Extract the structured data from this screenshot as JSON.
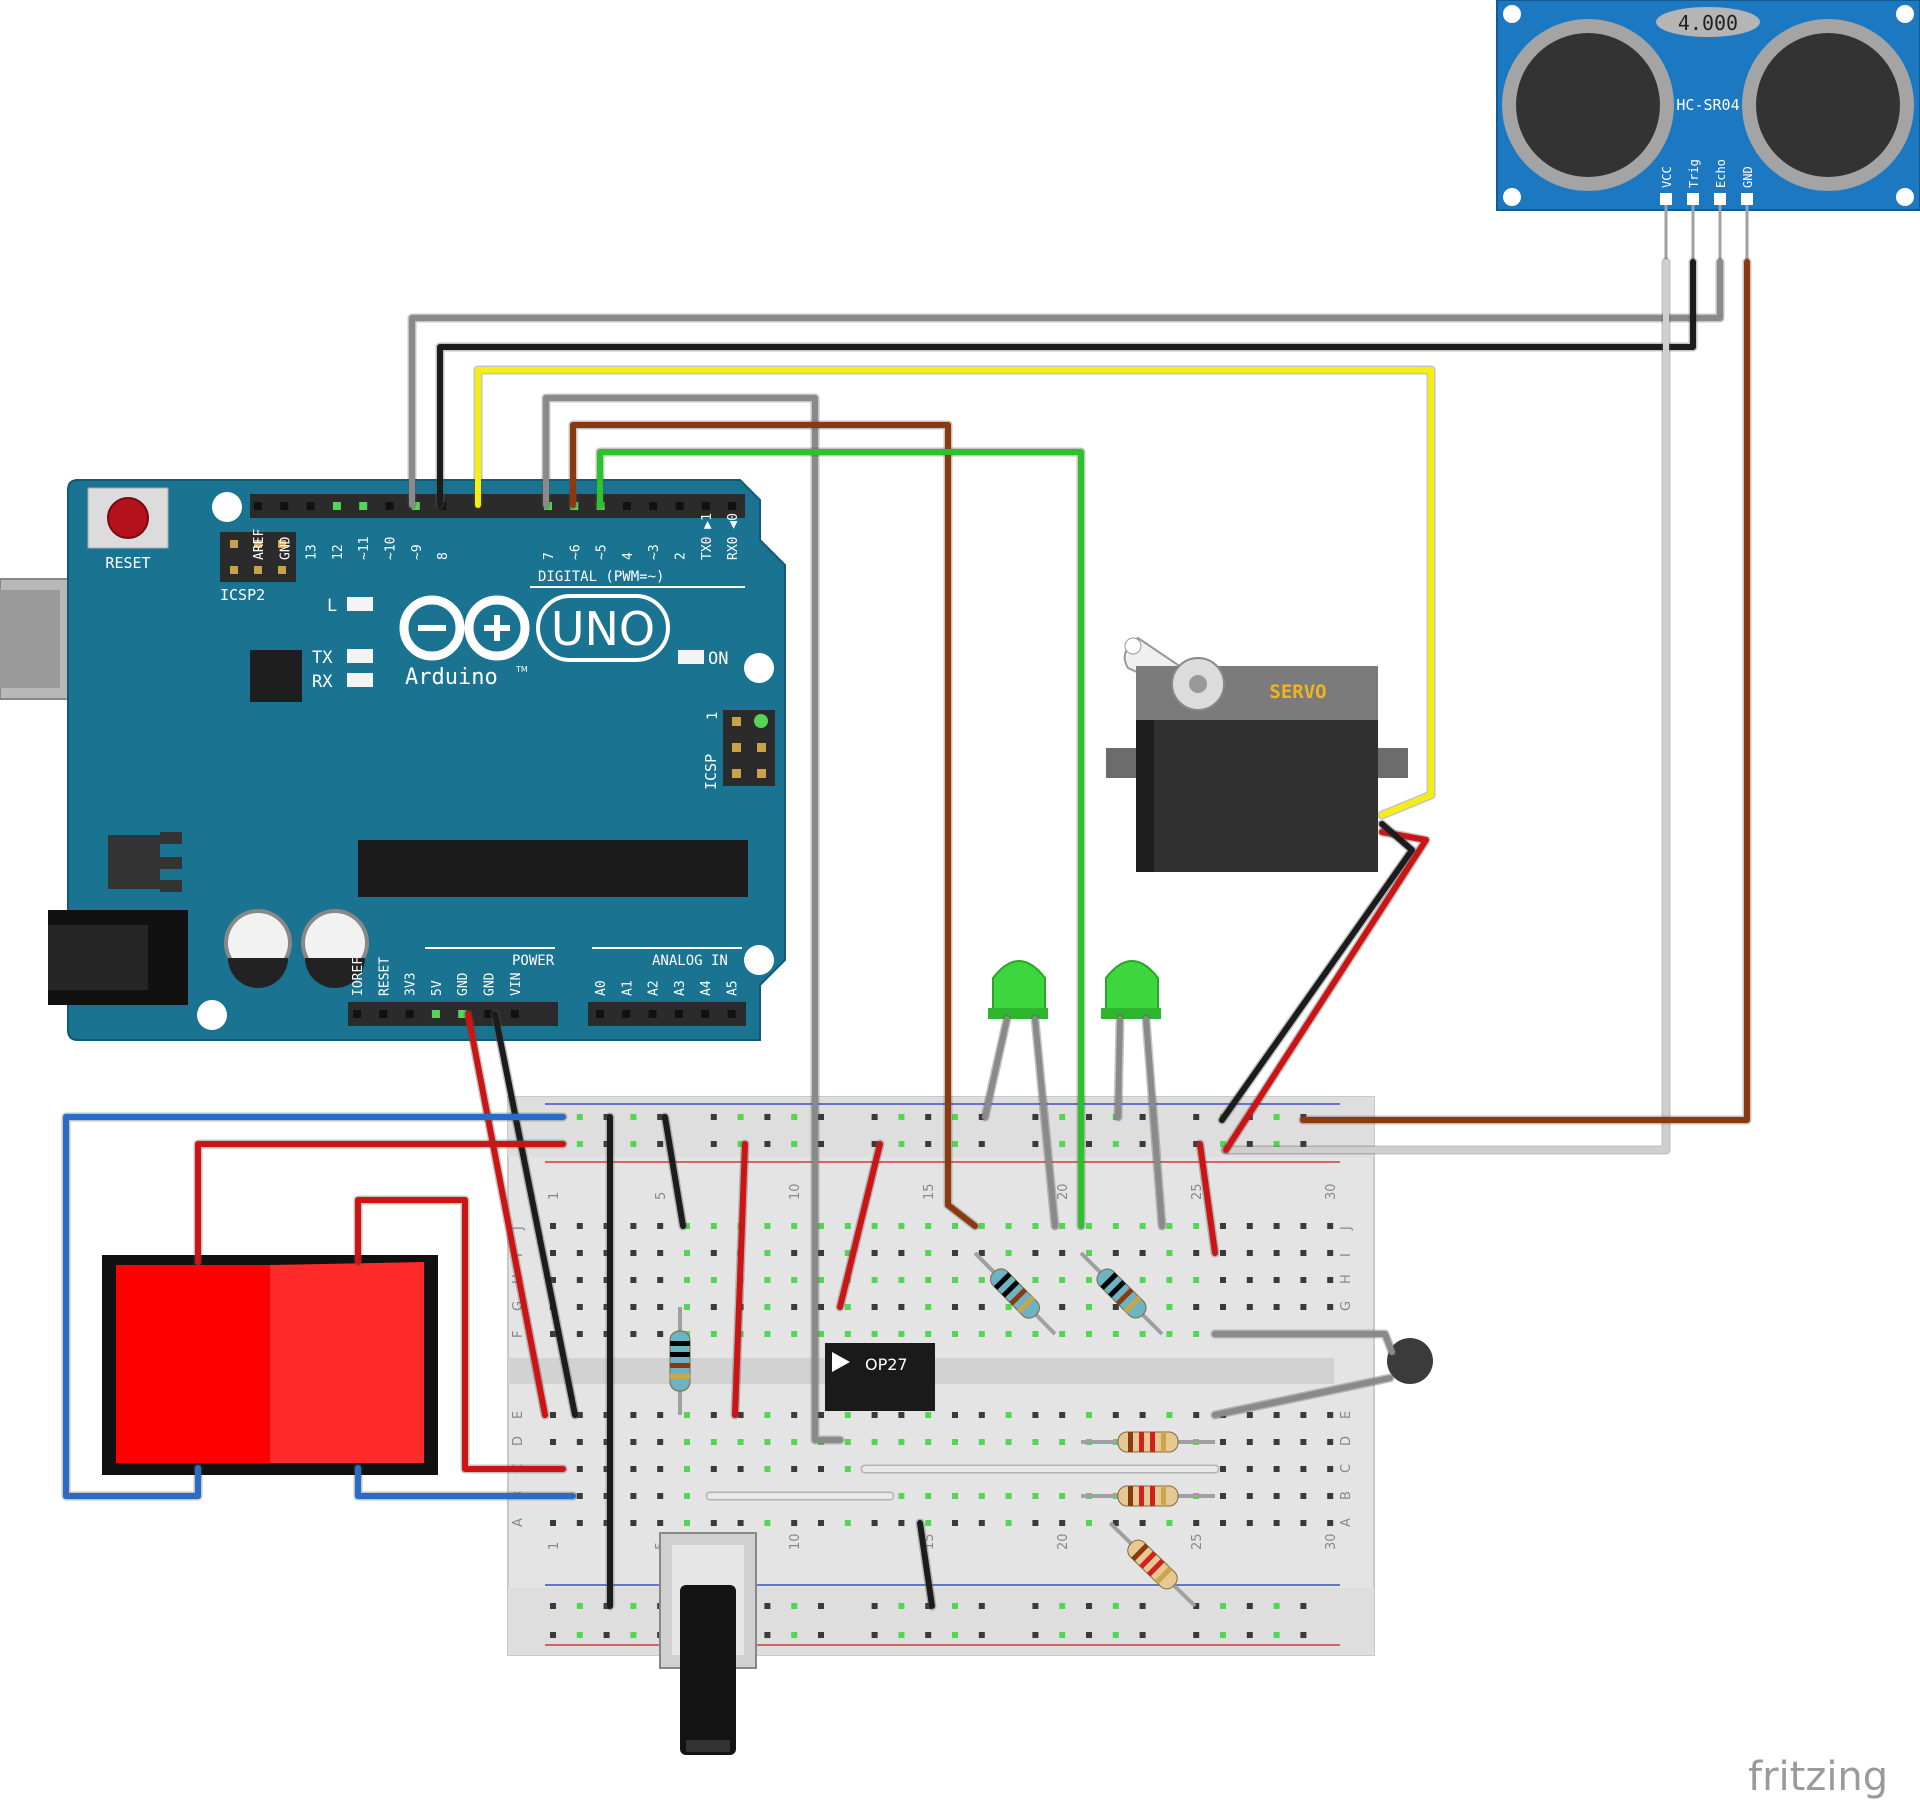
{
  "arduino": {
    "reset_label": "RESET",
    "icsp2_label": "ICSP2",
    "uno_label": "UNO",
    "brand_label": "Arduino",
    "tm": "TM",
    "l_label": "L",
    "tx_label": "TX",
    "rx_label": "RX",
    "on_label": "ON",
    "icsp_label": "ICSP",
    "icsp_pin1": "1",
    "digital_label": "DIGITAL (PWM=~)",
    "power_label": "POWER",
    "analog_label": "ANALOG IN",
    "digital_pins": [
      "AREF",
      "GND",
      "13",
      "12",
      "~11",
      "~10",
      "~9",
      "8",
      "7",
      "~6",
      "~5",
      "4",
      "~3",
      "2",
      "TX0 ▶1",
      "RX0 ◀0"
    ],
    "power_pins": [
      "IOREF",
      "RESET",
      "3V3",
      "5V",
      "GND",
      "GND",
      "VIN"
    ],
    "analog_pins": [
      "A0",
      "A1",
      "A2",
      "A3",
      "A4",
      "A5"
    ]
  },
  "sensor": {
    "display": "4.000",
    "model": "HC-SR04",
    "pins": [
      "VCC",
      "Trig",
      "Echo",
      "GND"
    ]
  },
  "servo": {
    "label": "SERVO"
  },
  "opamp": {
    "label": "OP27"
  },
  "breadboard": {
    "col_numbers": [
      "1",
      "5",
      "10",
      "15",
      "20",
      "25",
      "30"
    ],
    "rows_top": [
      "J",
      "I",
      "H",
      "G",
      "F"
    ],
    "rows_bottom": [
      "E",
      "D",
      "C",
      "B",
      "A"
    ]
  },
  "watermark": "fritzing",
  "colors": {
    "board_blue": "#1a7391",
    "wire_red": "#cc1414",
    "wire_black": "#1c1c1c",
    "wire_gray": "#8a8a8a",
    "wire_brown": "#8b3a0f",
    "wire_green": "#2ec12e",
    "wire_yellow": "#f5ee12",
    "wire_blue": "#2a6bc4",
    "led_green": "#3ed63e",
    "peltier_red": "#ff1a1a"
  }
}
